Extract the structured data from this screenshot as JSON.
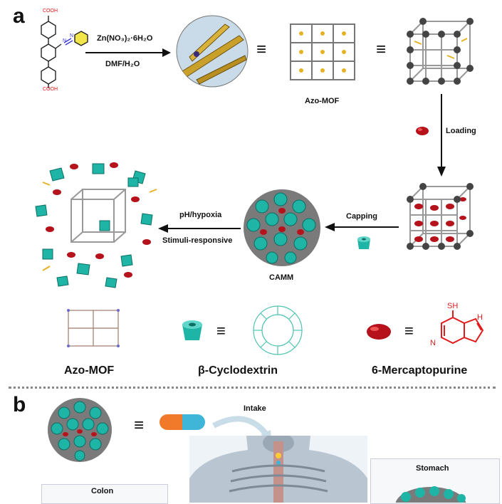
{
  "panel_a": {
    "letter": "a",
    "reagent_line1": "Zn(NO₃)₂·6H₂O",
    "reagent_line2": "DMF/H₂O",
    "cooh_top": "COOH",
    "cooh_bottom": "COOH",
    "equiv_1": "≡",
    "equiv_2": "≡",
    "azo_mof_label": "Azo-MOF",
    "loading_label": "Loading",
    "capping_label": "Capping",
    "stimuli_line1": "pH/hypoxia",
    "stimuli_line2": "Stimuli-responsive",
    "camm_label": "CAMM",
    "legend": [
      {
        "name": "Azo-MOF"
      },
      {
        "name": "β-Cyclodextrin",
        "equiv": "≡"
      },
      {
        "name": "6-Mercaptopurine",
        "equiv": "≡"
      }
    ],
    "mp_sh": "SH",
    "mp_h": "H",
    "mp_n": "N"
  },
  "panel_b": {
    "letter": "b",
    "equiv": "≡",
    "intake_label": "Intake",
    "stomach_label": "Stomach",
    "colon_label": "Colon"
  },
  "colors": {
    "cyclodextrin": "#1fb5a6",
    "drug": "#b5121b",
    "framework": "#8a8a8a",
    "linker": "#e5b52a",
    "arrow": "#111111",
    "capsule_orange": "#f07a2a",
    "capsule_cyan": "#3fb6d8",
    "mercaptopurine": "#e11b1b"
  }
}
